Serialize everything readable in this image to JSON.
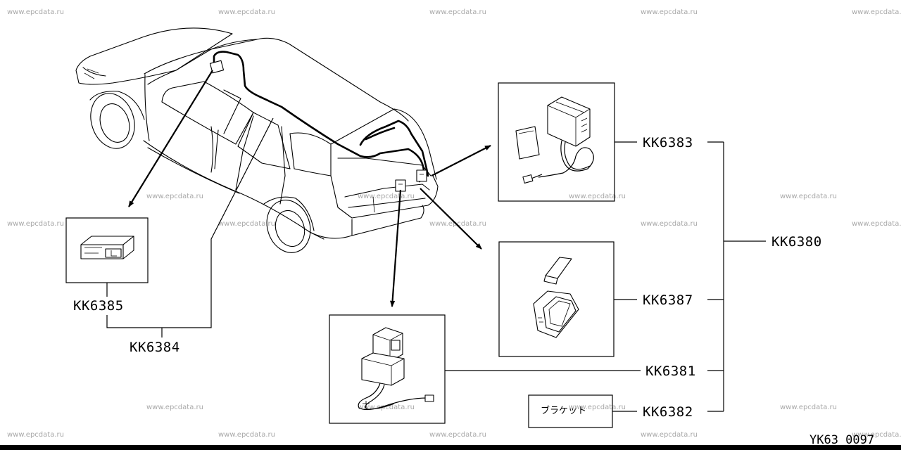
{
  "watermark_text": "www.epcdata.ru",
  "part_numbers": {
    "kk6380": "KK6380",
    "kk6381": "KK6381",
    "kk6382": "KK6382",
    "kk6383": "KK6383",
    "kk6384": "KK6384",
    "kk6385": "KK6385",
    "kk6387": "KK6387"
  },
  "bracket_label": "ブラケット",
  "diagram_code": "YK63 0097"
}
